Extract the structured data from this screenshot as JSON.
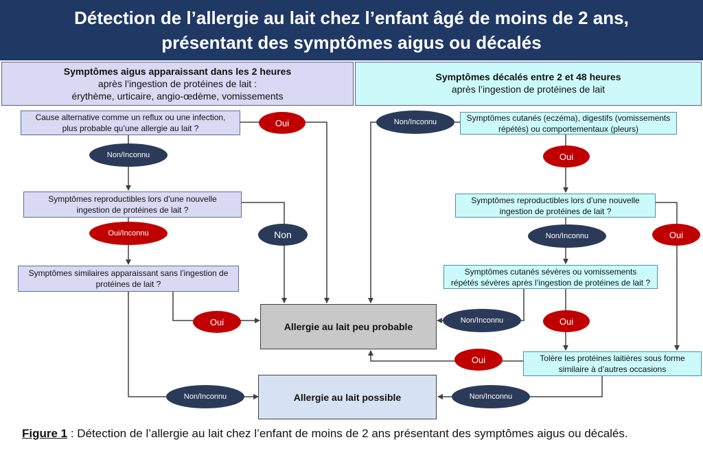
{
  "title": {
    "line1": "Détection de l’allergie au lait chez l’enfant âgé de moins de 2 ans,",
    "line2": "présentant des symptômes aigus ou décalés"
  },
  "left_header": {
    "bold": "Symptômes aigus apparaissant dans les 2 heures",
    "line2": "après l’ingestion de protéines de lait :",
    "line3": "érythème, urticaire, angio-œdème, vomissements"
  },
  "right_header": {
    "bold": "Symptômes décalés entre 2 et 48 heures",
    "line2": "après l’ingestion de protéines de lait"
  },
  "left_boxes": {
    "q1": {
      "l1": "Cause alternative comme un reflux ou une infection,",
      "l2": "plus probable qu’une allergie au lait ?"
    },
    "q2": {
      "l1": "Symptômes reproductibles lors d’une nouvelle",
      "l2": "ingestion de protéines de lait ?"
    },
    "q3": {
      "l1": "Symptômes similaires apparaissant sans l’ingestion de",
      "l2": "protéines de lait ?"
    }
  },
  "right_boxes": {
    "q1": {
      "l1": "Symptômes cutanés (eczéma), digestifs (vomissements",
      "l2": "répétés) ou comportementaux (pleurs)"
    },
    "q2": {
      "l1": "Symptômes reproductibles lors d’une nouvelle",
      "l2": "ingestion de protéines de lait ?"
    },
    "q3": {
      "l1": "Symptômes cutanés sévères ou vomissements",
      "l2": "répétés sévères après l’ingestion de protéines de lait ?"
    },
    "q4": {
      "l1": "Tolère les protéines laitières sous forme",
      "l2": "similaire à d’autres occasions"
    }
  },
  "outcomes": {
    "unlikely": "Allergie au lait peu probable",
    "possible": "Allergie au lait possible"
  },
  "labels": {
    "oui": "Oui",
    "non": "Non",
    "non_inconnu": "Non/Inconnu",
    "oui_inconnu": "Oui/Inconnu"
  },
  "caption": {
    "figure": "Figure 1",
    "text": " : Détection de l’allergie au lait chez l’enfant de moins de 2 ans présentant des symptômes aigus ou décalés."
  }
}
